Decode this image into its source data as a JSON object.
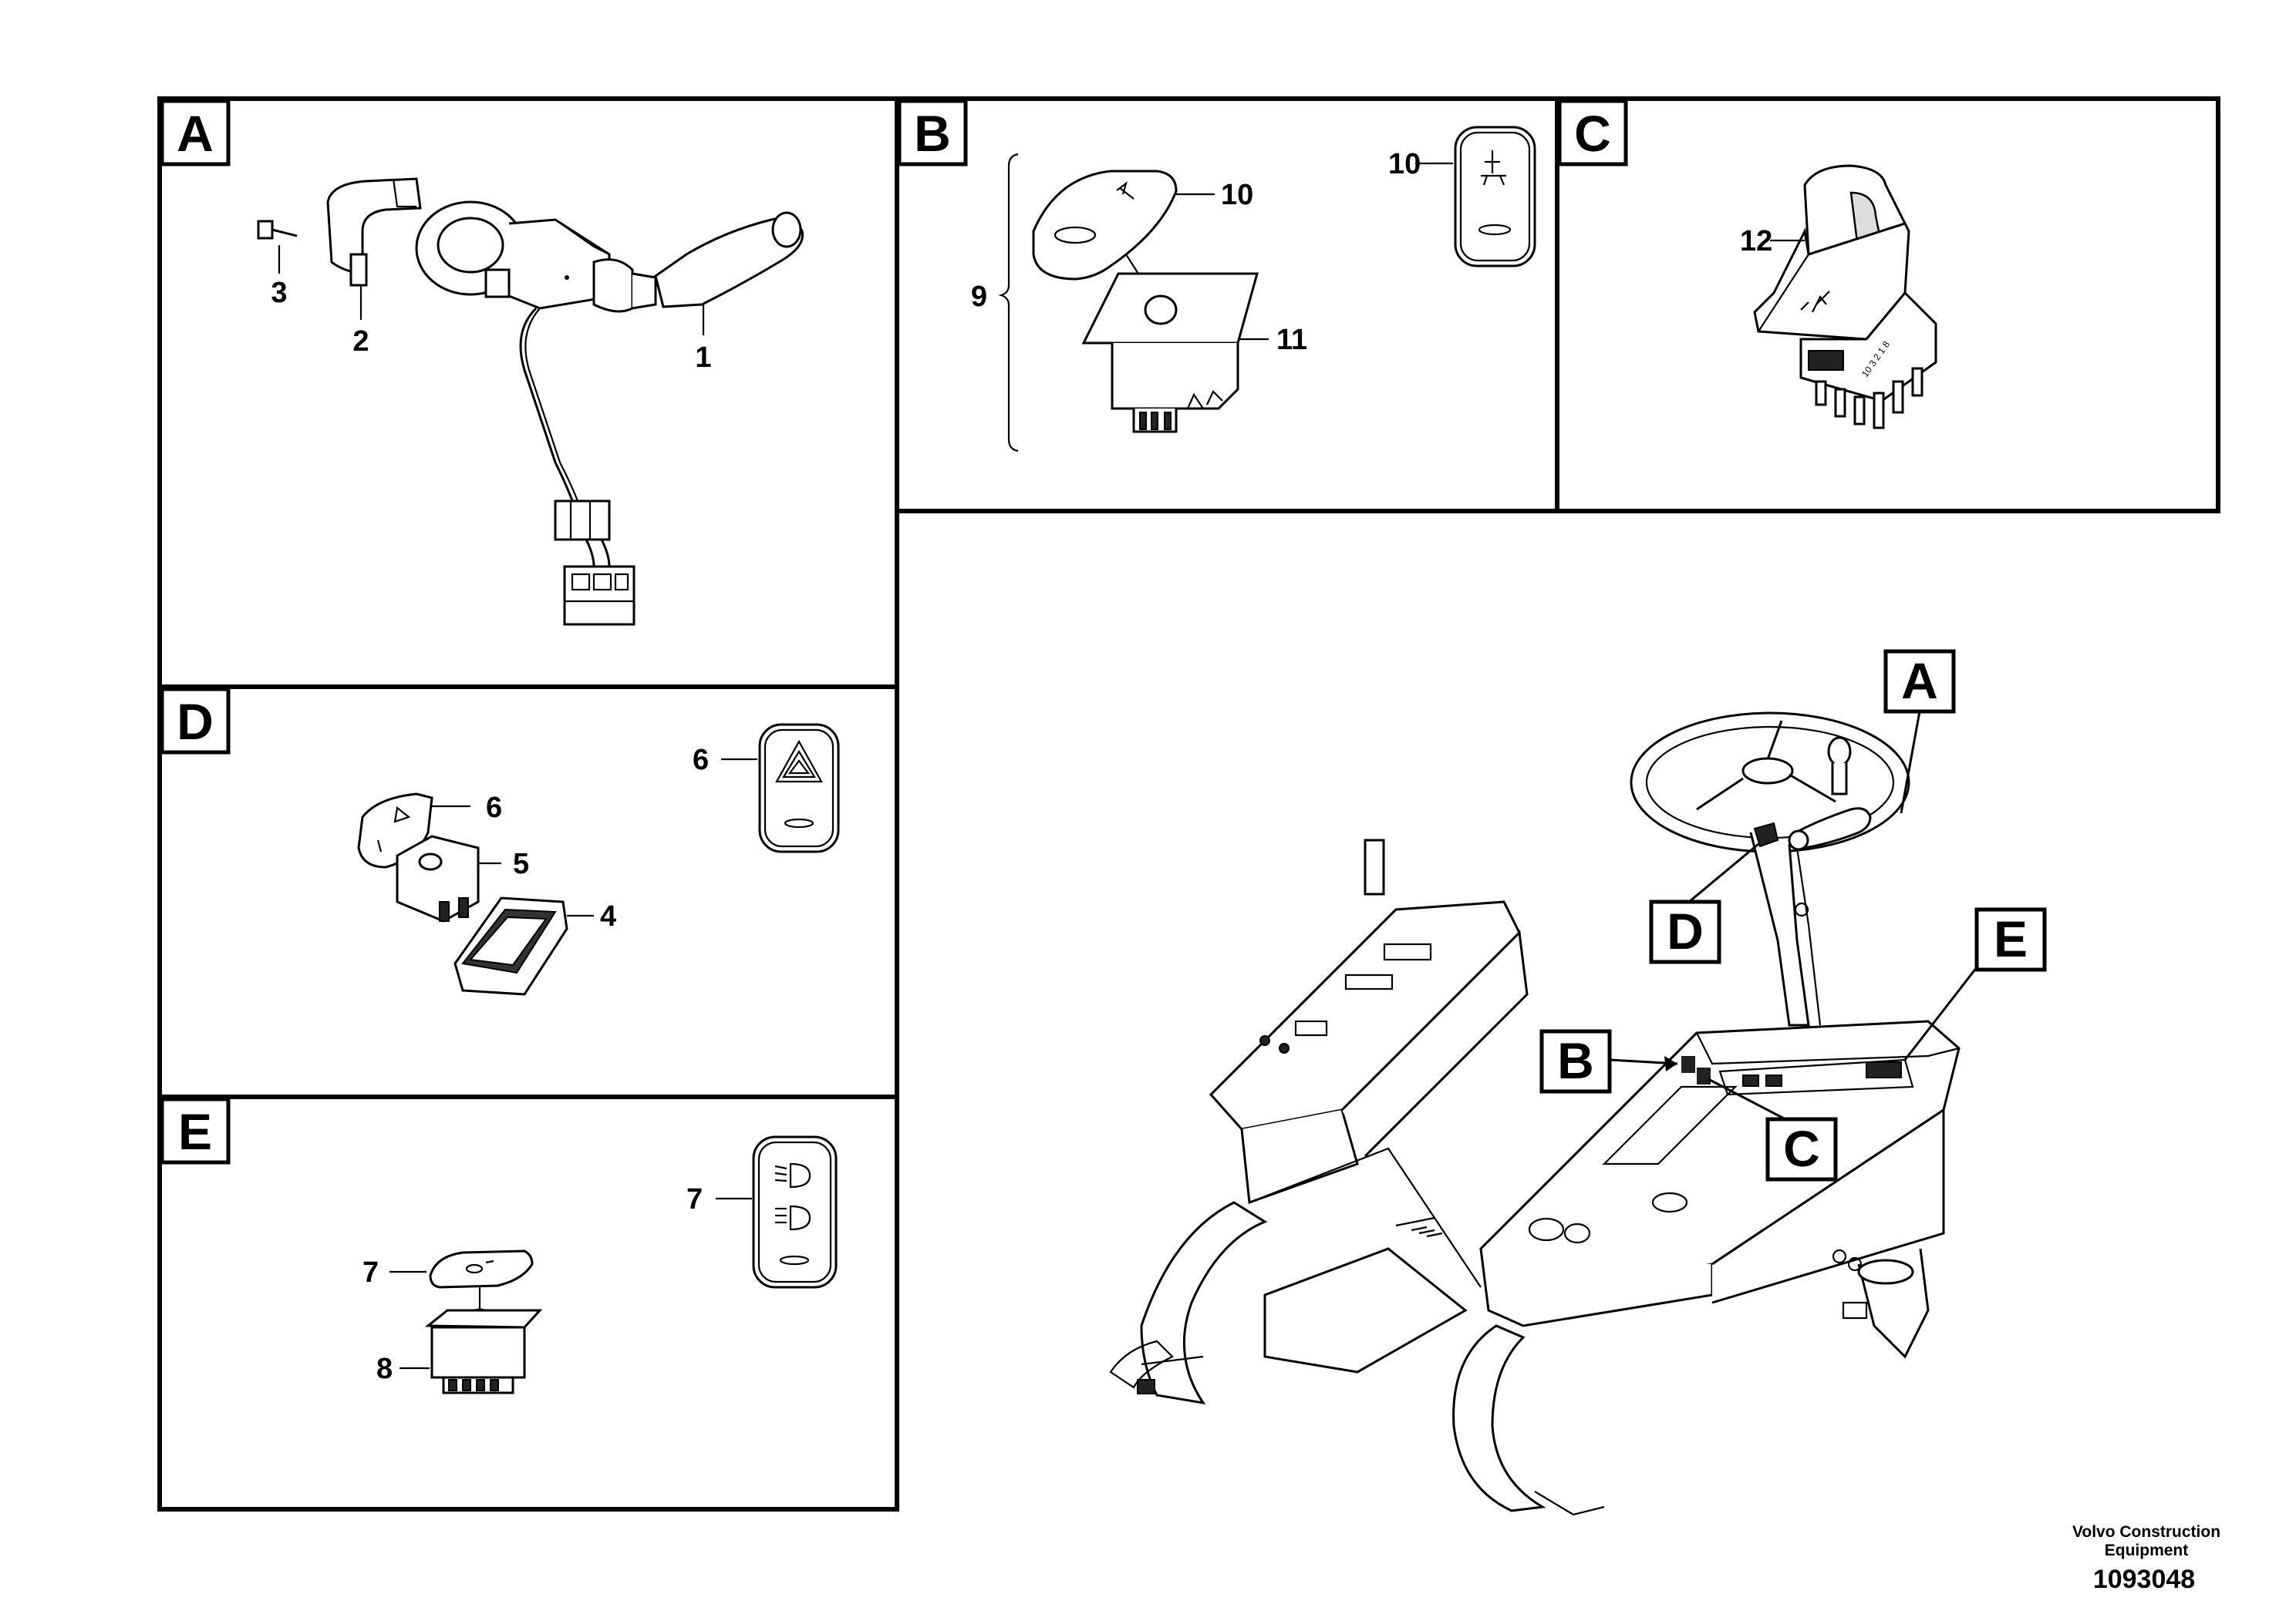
{
  "sections": {
    "A": "A",
    "B": "B",
    "C": "C",
    "D": "D",
    "E": "E"
  },
  "overview_labels": {
    "A": "A",
    "B": "B",
    "C": "C",
    "D": "D",
    "E": "E"
  },
  "callouts": {
    "a1": "1",
    "a2": "2",
    "a3": "3",
    "b9": "9",
    "b10": "10",
    "b10_detail": "10",
    "b11": "11",
    "c12": "12",
    "d4": "4",
    "d5": "5",
    "d6": "6",
    "d6_detail": "6",
    "e7": "7",
    "e7_detail": "7",
    "e8": "8"
  },
  "switch_markings": {
    "c_pins": "10  3  2  1  8"
  },
  "footer": {
    "line1": "Volvo Construction",
    "line2": "Equipment",
    "number": "1093048"
  },
  "icons": {
    "a": "steering-column-stalk-switch",
    "b": "rocker-switch",
    "c": "rocker-switch-guarded",
    "d": "hazard-warning-triangle",
    "e": "headlight-beam-symbol"
  },
  "colors": {
    "line": "#000000",
    "background": "#ffffff"
  }
}
